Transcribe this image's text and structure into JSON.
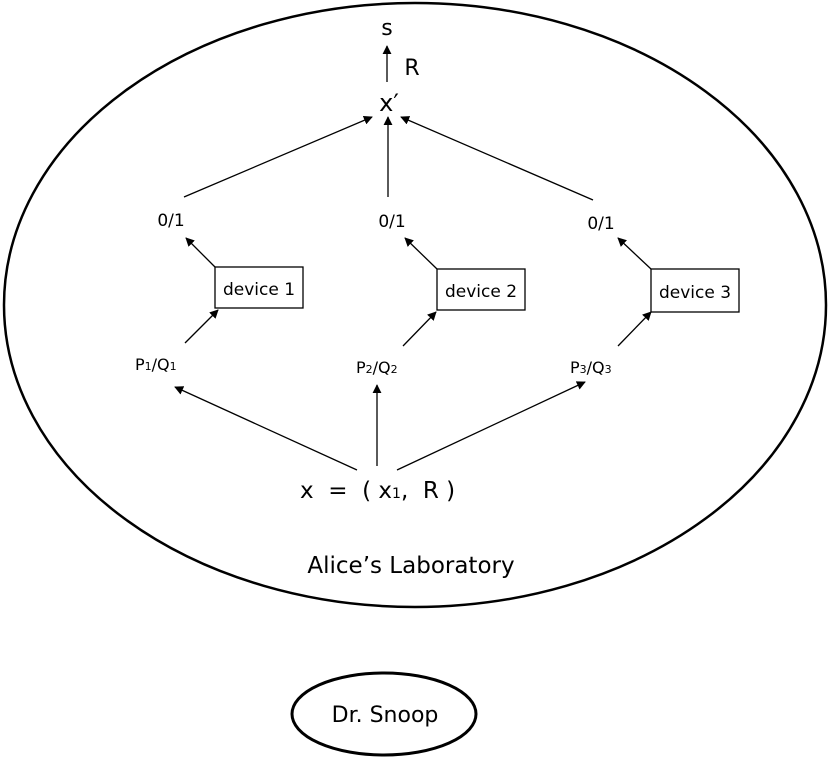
{
  "labels": {
    "s": "s",
    "R_top": "R",
    "x_prime": "x′",
    "out1": "0/1",
    "out2": "0/1",
    "out3": "0/1",
    "device1": "device 1",
    "device2": "device 2",
    "device3": "device 3",
    "pq1": {
      "P": "P",
      "sub1": "1",
      "slash": "/Q",
      "sub2": "1"
    },
    "pq2": {
      "P": "P",
      "sub1": "2",
      "slash": "/Q",
      "sub2": "2"
    },
    "pq3": {
      "P": "P",
      "sub1": "3",
      "slash": "/Q",
      "sub2": "3"
    },
    "x_eq": {
      "lhs": "x  =  ( x",
      "sub": "1",
      "rhs": ",  R )"
    },
    "lab_name": "Alice’s Laboratory",
    "snoop": "Dr. Snoop"
  }
}
